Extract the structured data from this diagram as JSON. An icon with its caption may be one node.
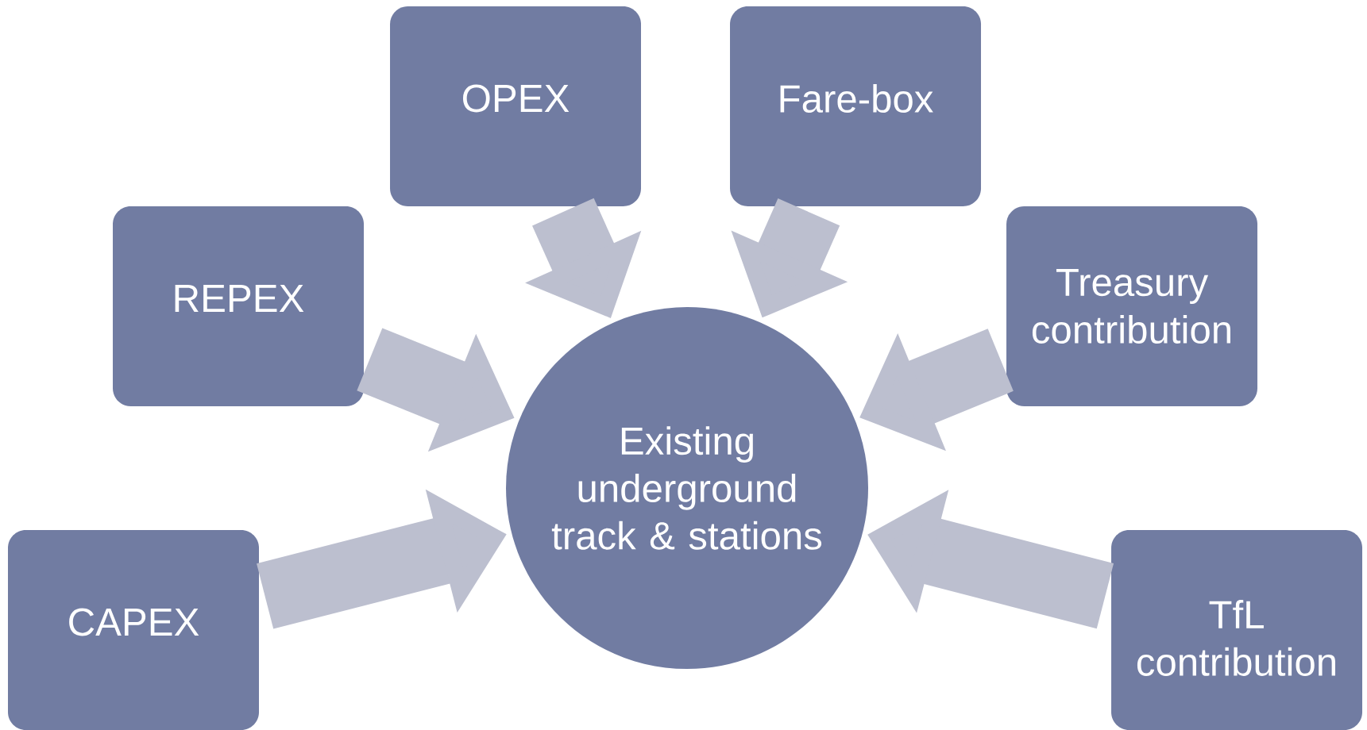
{
  "diagram": {
    "nodes": [
      {
        "text": [
          "OPEX"
        ]
      },
      {
        "text": [
          "Fare-box"
        ]
      },
      {
        "text": [
          "REPEX"
        ]
      },
      {
        "text": [
          "Treasury contribution"
        ]
      },
      {
        "text": [
          "CAPEX"
        ]
      },
      {
        "text": [
          "TfL contribution"
        ]
      },
      {
        "text": [
          "Existing underground track & stations"
        ]
      }
    ],
    "edges": [
      {
        "from": 0,
        "to": 6,
        "arrow": "to"
      },
      {
        "from": 1,
        "to": 6,
        "arrow": "to"
      },
      {
        "from": 2,
        "to": 6,
        "arrow": "to"
      },
      {
        "from": 3,
        "to": 6,
        "arrow": "to"
      },
      {
        "from": 4,
        "to": 6,
        "arrow": "to"
      },
      {
        "from": 5,
        "to": 6,
        "arrow": "to"
      }
    ]
  }
}
